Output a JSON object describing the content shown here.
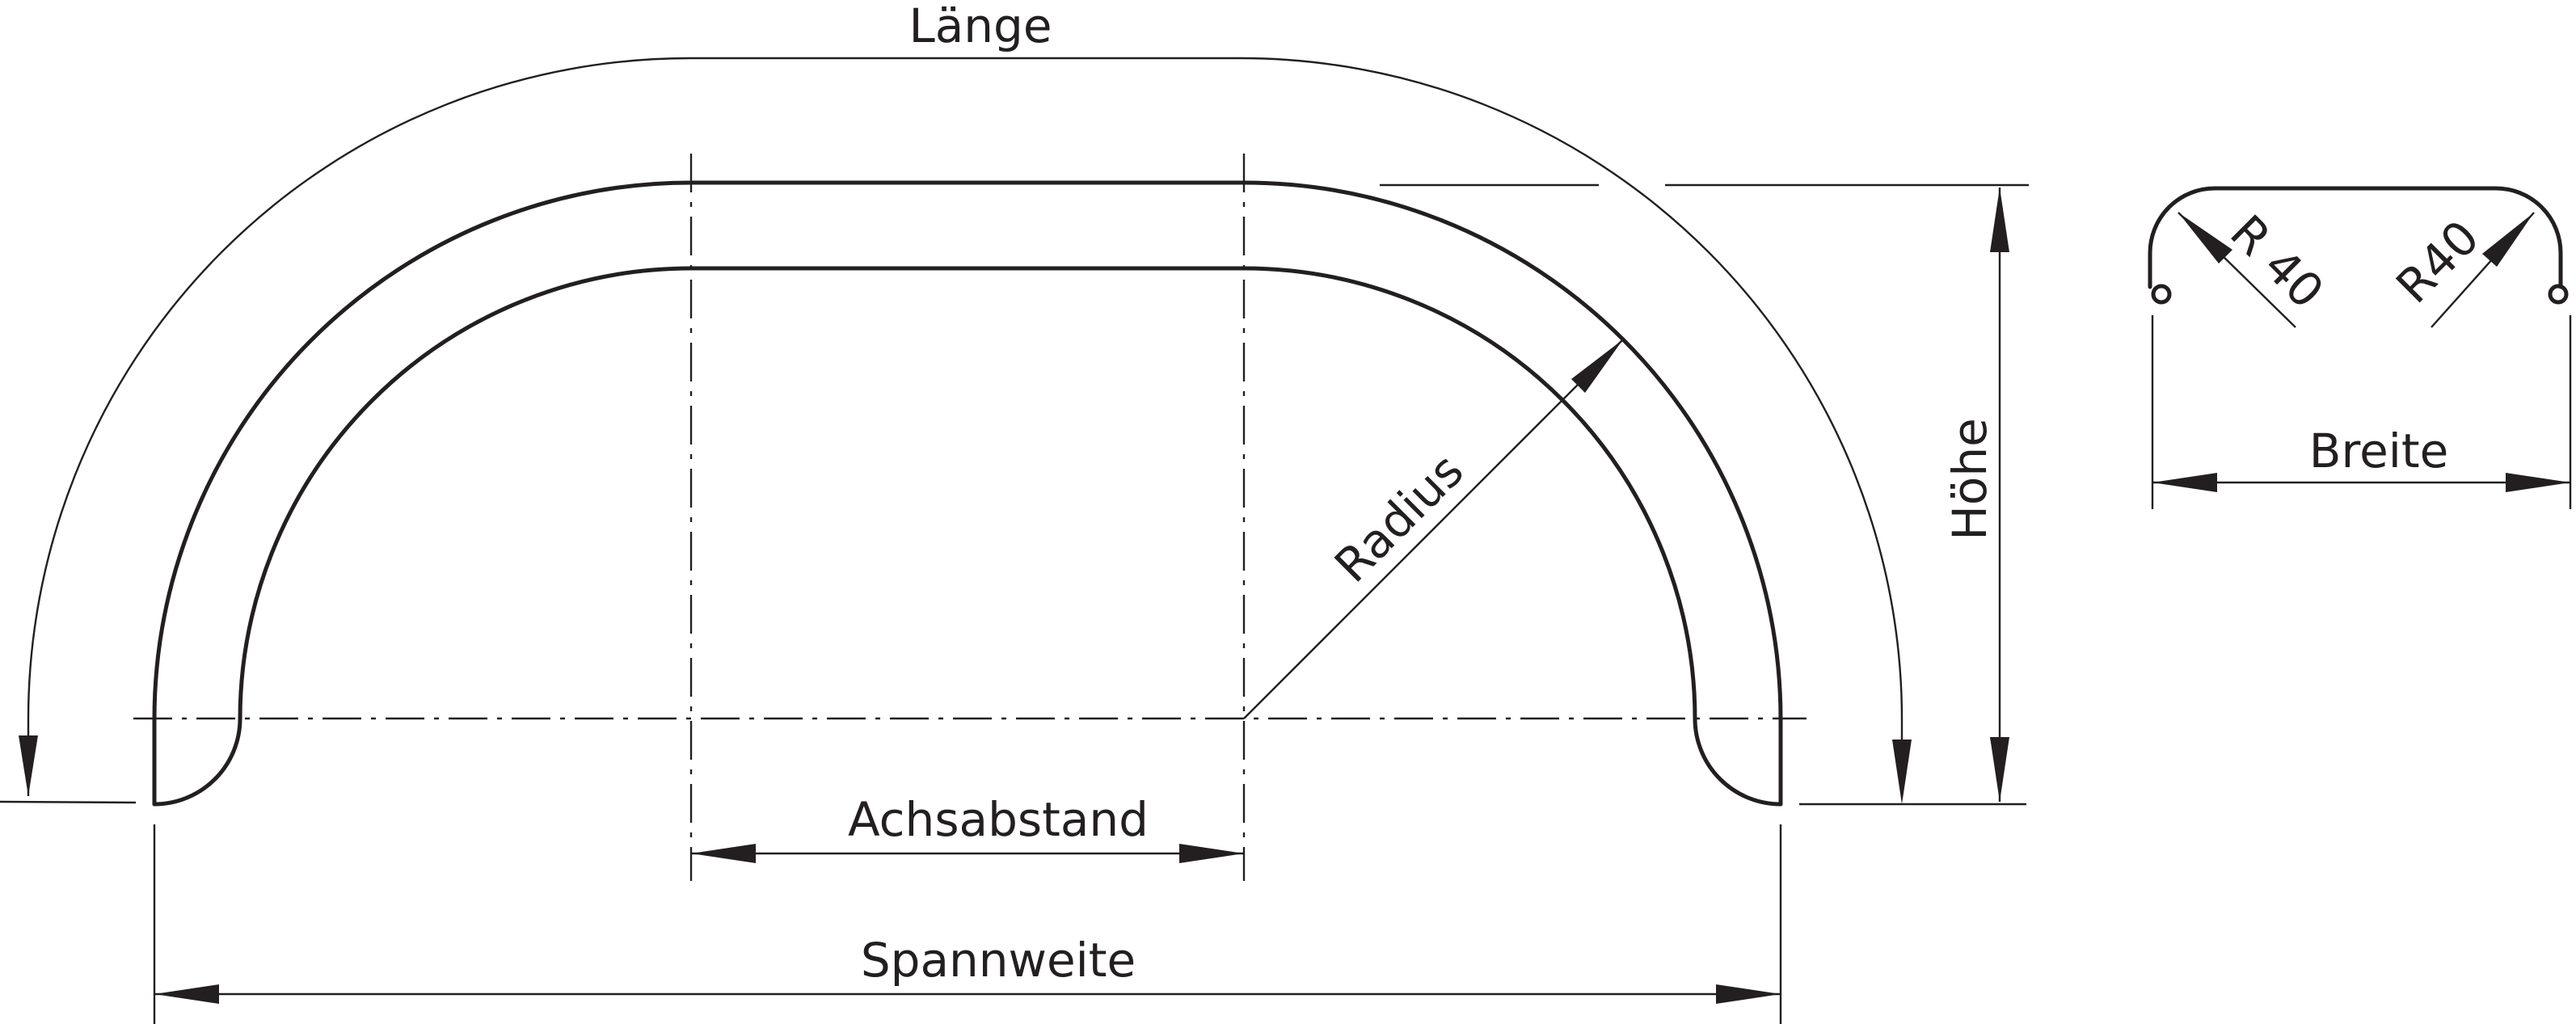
{
  "labels": {
    "laenge": "Länge",
    "hoehe": "Höhe",
    "radius": "Radius",
    "achsabstand": "Achsabstand",
    "spannweite": "Spannweite",
    "breite": "Breite",
    "r40_left": "R 40",
    "r40_right": "R40"
  },
  "colors": {
    "line": "#231f20",
    "background": "#ffffff"
  }
}
